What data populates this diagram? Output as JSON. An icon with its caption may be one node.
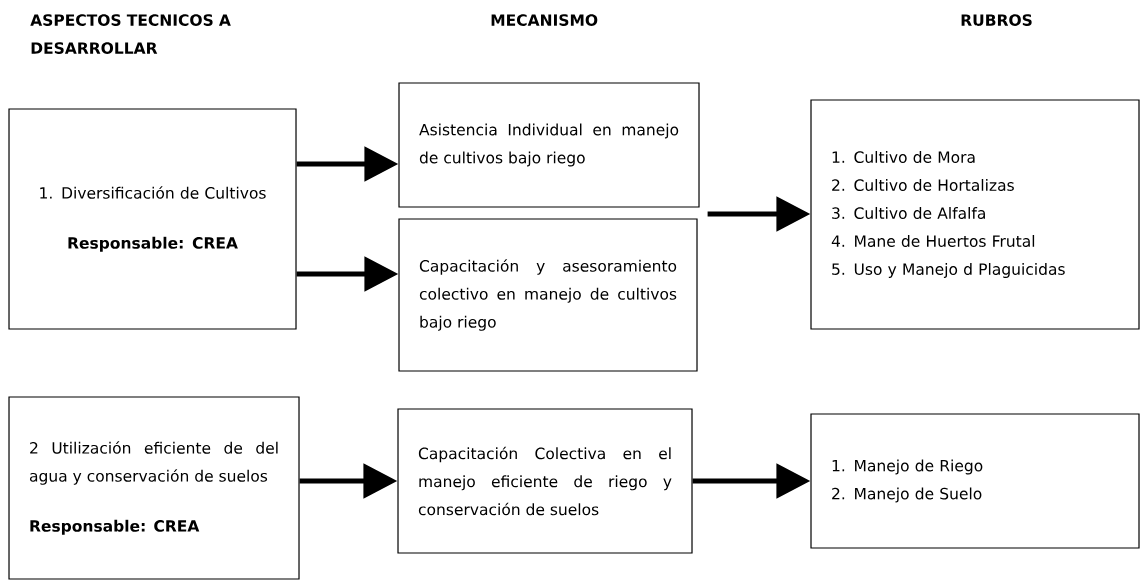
{
  "diagram": {
    "nodes": [
      {
        "text": [
          "1. Diversificación de Cultivos",
          "Responsable: CREA"
        ]
      },
      {
        "text": [
          "Asistencia Individual en manejo de cultivos bajo riego"
        ]
      },
      {
        "text": [
          "Capacitación y asesoramiento colectivo en manejo de cultivos bajo riego"
        ]
      },
      {
        "text": [
          "1. Cultivo de Mora",
          "2. Cultivo de Hortalizas",
          "3. Cultivo de Alfalfa",
          "4. Mane de Huertos Frutal",
          "5. Uso y Manejo d Plaguicidas"
        ]
      },
      {
        "text": [
          "2 Utilización eficiente de del agua y conservación de suelos",
          "Responsable: CREA"
        ]
      },
      {
        "text": [
          "Capacitación Colectiva en el manejo eficiente de riego y conservación de suelos"
        ]
      },
      {
        "text": [
          "1. Manejo de Riego",
          "2. Manejo de Suelo"
        ]
      }
    ],
    "edges": [
      {
        "from": 0,
        "to": 1,
        "arrow": "to"
      },
      {
        "from": 0,
        "to": 2,
        "arrow": "to"
      },
      {
        "from": 1,
        "to": 3,
        "arrow": "to"
      },
      {
        "from": 4,
        "to": 5,
        "arrow": "to"
      },
      {
        "from": 5,
        "to": 6,
        "arrow": "to"
      }
    ],
    "labels": [
      "ASPECTOS TECNICOS A DESARROLLAR",
      "MECANISMO",
      "RUBROS"
    ]
  }
}
